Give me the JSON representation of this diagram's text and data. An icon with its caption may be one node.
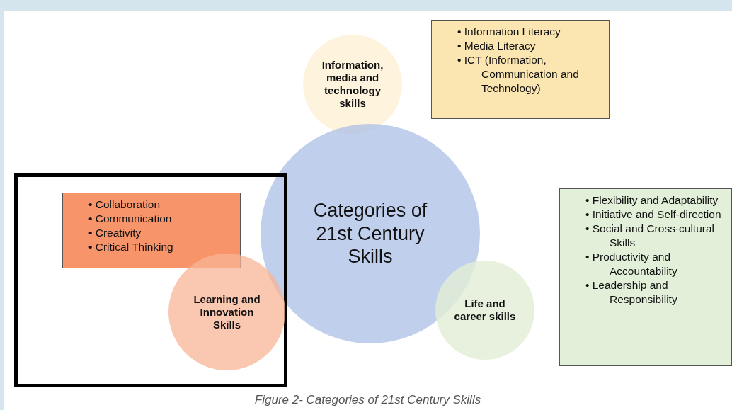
{
  "diagram": {
    "caption": "Figure 2- Categories of 21st Century Skills",
    "nodes": [
      {
        "text": [
          "Information, media and technology skills"
        ]
      },
      {
        "text": [
          "• Information Literacy",
          "• Media Literacy",
          "• ICT (Information, Communication and Technology)"
        ]
      },
      {
        "text": [
          "Categories of 21st Century Skills"
        ]
      },
      {
        "text": [],
        "shape": "box"
      },
      {
        "text": [
          "• Collaboration",
          "• Communication",
          "• Creativity",
          "• Critical Thinking"
        ],
        "in": 3
      },
      {
        "text": [
          "Learning and Innovation Skills"
        ],
        "in": 3
      },
      {
        "text": [
          "Life and career skills"
        ]
      },
      {
        "text": [
          "• Flexibility and Adaptability",
          "• Initiative and Self-direction",
          "• Social and Cross-cultural Skills",
          "• Productivity and Accountability",
          "• Leadership and Responsibility"
        ]
      }
    ],
    "edges": []
  }
}
